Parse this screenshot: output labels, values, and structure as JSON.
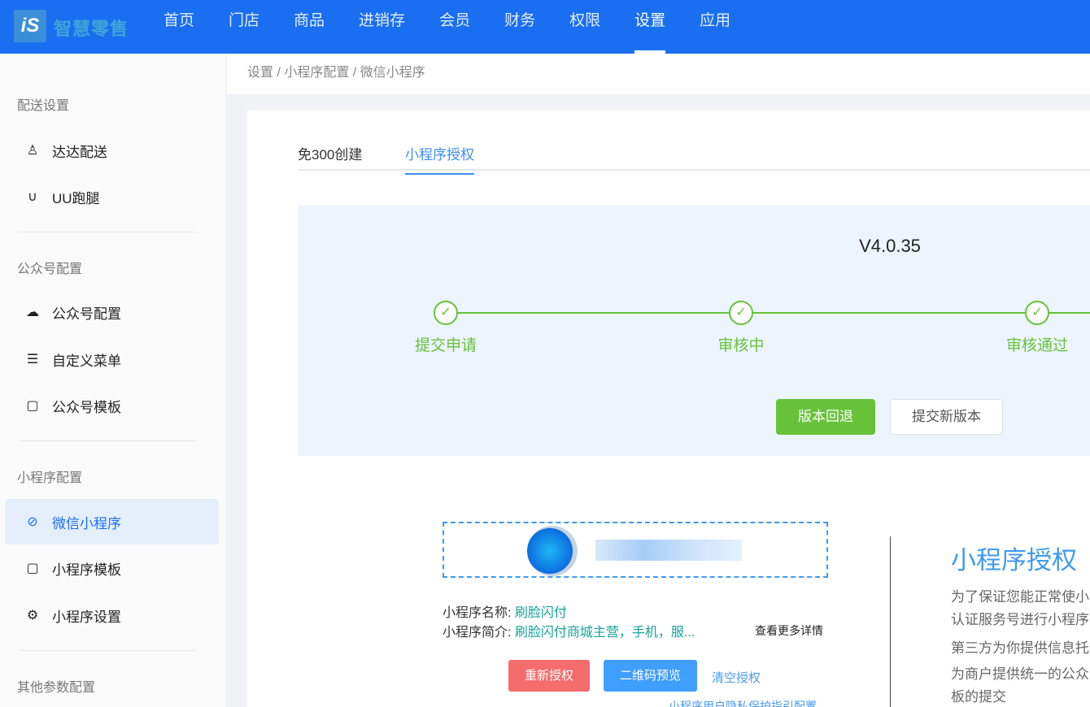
{
  "header": {
    "logo_mark": "iS",
    "logo_text": "智慧零售",
    "nav": [
      "首页",
      "门店",
      "商品",
      "进销存",
      "会员",
      "财务",
      "权限",
      "设置",
      "应用"
    ],
    "active_nav": "设置"
  },
  "sidebar": {
    "sections": [
      {
        "title": "配送设置",
        "items": [
          {
            "label": "达达配送",
            "icon": "courier-icon"
          },
          {
            "label": "UU跑腿",
            "icon": "magnet-icon"
          }
        ]
      },
      {
        "title": "公众号配置",
        "items": [
          {
            "label": "公众号配置",
            "icon": "wechat-icon"
          },
          {
            "label": "自定义菜单",
            "icon": "menu-icon"
          },
          {
            "label": "公众号模板",
            "icon": "template-icon"
          }
        ]
      },
      {
        "title": "小程序配置",
        "items": [
          {
            "label": "微信小程序",
            "icon": "miniprogram-icon"
          },
          {
            "label": "小程序模板",
            "icon": "template-icon"
          },
          {
            "label": "小程序设置",
            "icon": "gear-icon"
          }
        ]
      },
      {
        "title": "其他参数配置",
        "items": []
      }
    ],
    "active": "微信小程序"
  },
  "breadcrumb": "设置 / 小程序配置 / 微信小程序",
  "tabs": [
    "免300创建",
    "小程序授权"
  ],
  "active_tab": "小程序授权",
  "version": {
    "label": "V4.0.35",
    "steps": [
      "提交申请",
      "审核中",
      "审核通过"
    ],
    "rollback": "版本回退",
    "submit_new": "提交新版本"
  },
  "app": {
    "name_label": "小程序名称:",
    "name": "刷脸闪付",
    "intro_label": "小程序简介:",
    "intro": "刷脸闪付商城主营，手机，服...",
    "more": "查看更多详情",
    "reauth": "重新授权",
    "qr_preview": "二维码预览",
    "clear_auth": "清空授权",
    "privacy_link": "小程序用户隐私保护指引配置"
  },
  "auth_info": {
    "title": "小程序授权",
    "lines": [
      "为了保证您能正常使小",
      "认证服务号进行小程序",
      "第三方为你提供信息托",
      "为商户提供统一的公众",
      "板的提交"
    ]
  },
  "colors": {
    "header": "#1a6ff0",
    "success": "#67c23a",
    "danger": "#f56c6c",
    "primary": "#409eff"
  }
}
